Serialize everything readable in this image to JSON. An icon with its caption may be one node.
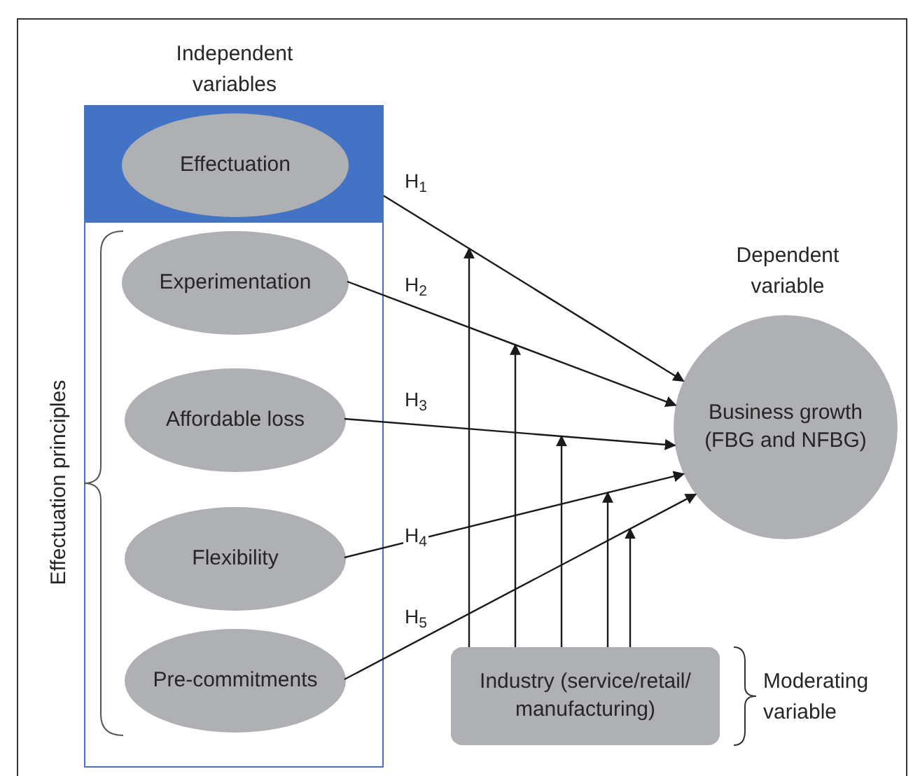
{
  "diagram": {
    "nodes": [
      {
        "text": [],
        "shape": "box"
      },
      {
        "text": [
          "Effectuation"
        ],
        "in": 0
      },
      {
        "text": [],
        "shape": "box"
      },
      {
        "text": [
          "Experimentation"
        ],
        "in": 2
      },
      {
        "text": [
          "Affordable loss"
        ],
        "in": 2
      },
      {
        "text": [
          "Flexibility"
        ],
        "in": 2
      },
      {
        "text": [
          "Pre-commitments"
        ],
        "in": 2
      },
      {
        "text": [
          "Business growth (FBG and NFBG)"
        ]
      },
      {
        "text": [
          "Industry (service/retail/ manufacturing)"
        ]
      }
    ],
    "edges": [
      {
        "from": 0,
        "to": 7,
        "arrow": "to",
        "label": "H$_{1}$"
      },
      {
        "from": 3,
        "to": 7,
        "arrow": "to",
        "label": "H$_{2}$"
      },
      {
        "from": 4,
        "to": 7,
        "arrow": "to",
        "label": "H$_{3}$"
      },
      {
        "from": 5,
        "to": 7,
        "arrow": "to",
        "label": "H$_{4}$"
      },
      {
        "from": 6,
        "to": 7,
        "arrow": "to",
        "label": "H$_{5}$"
      },
      {
        "from": 8,
        "to": null,
        "arrow": "to"
      },
      {
        "from": 8,
        "to": null,
        "arrow": "to"
      },
      {
        "from": 8,
        "to": null,
        "arrow": "to"
      },
      {
        "from": 8,
        "to": null,
        "arrow": "to"
      },
      {
        "from": 8,
        "to": null,
        "arrow": "to"
      }
    ],
    "labels": [
      "Independent variables",
      "Dependent variable",
      "Effectuation principles",
      "Moderating variable"
    ]
  }
}
